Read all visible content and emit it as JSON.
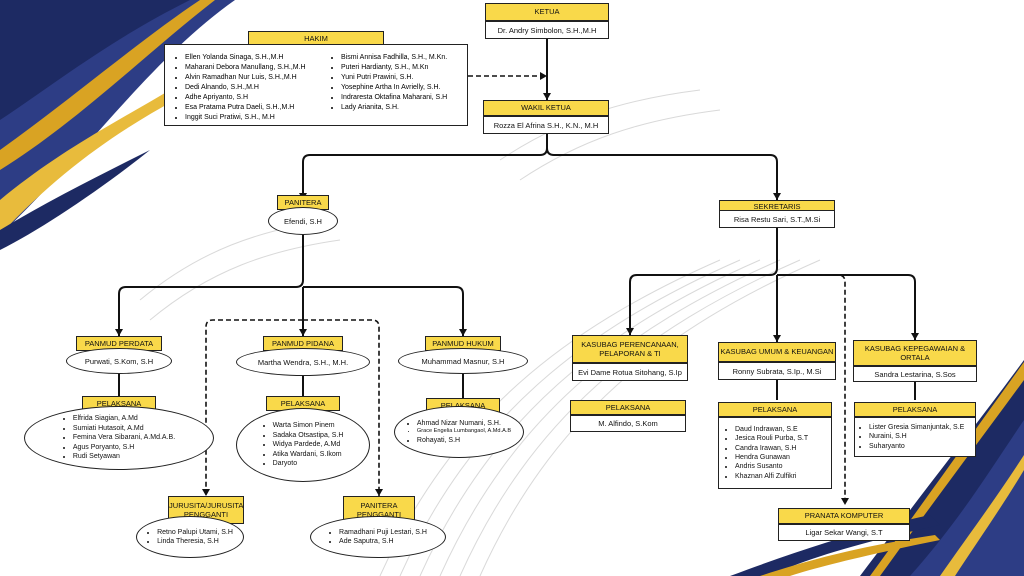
{
  "colors": {
    "header_fill": "#f9d94a",
    "line": "#111111",
    "navy": "#1d2a63",
    "gold": "#d9a323"
  },
  "ketua": {
    "title": "KETUA",
    "name": "Dr. Andry Simbolon, S.H.,M.H"
  },
  "hakim": {
    "title": "HAKIM",
    "col1": [
      "Ellen Yolanda Sinaga, S.H.,M.H",
      "Maharani Debora Manullang, S.H.,M.H",
      "Alvin Ramadhan Nur Luis, S.H.,M.H",
      "Dedi Alnando, S.H.,M.H",
      "Adhe Apriyanto, S.H",
      "Esa Pratama Putra Daeli, S.H.,M.H",
      "Inggit Suci Pratiwi, S.H., M.H"
    ],
    "col2": [
      "Bismi Annisa Fadhilla, S.H., M.Kn.",
      "Puteri Hardianty, S.H., M.Kn",
      "Yuni Putri Prawini, S.H.",
      "Yosephine Artha In Avrielly, S.H.",
      "Indraresta Oktafina Maharani, S.H",
      "Lady Arianita, S.H."
    ]
  },
  "wakil": {
    "title": "WAKIL KETUA",
    "name": "Rozza El Afrina S.H., K.N., M.H"
  },
  "panitera": {
    "title": "PANITERA",
    "name": "Efendi, S.H"
  },
  "sekretaris": {
    "title": "SEKRETARIS",
    "name": "Risa Restu Sari, S.T.,M.Si"
  },
  "panmud_perdata": {
    "title": "PANMUD PERDATA",
    "name": "Purwati, S.Kom, S.H"
  },
  "panmud_pidana": {
    "title": "PANMUD PIDANA",
    "name": "Martha Wendra, S.H., M.H."
  },
  "panmud_hukum": {
    "title": "PANMUD HUKUM",
    "name": "Muhammad Masnur, S.H"
  },
  "pelaksana_perdata": {
    "title": "PELAKSANA",
    "members": [
      "Elfrida Siagian, A.Md",
      "Sumiati Hutasoit, A.Md",
      "Femina Vera Sibarani, A.Md.A.B.",
      "Agus Poryanto, S.H",
      "Rudi Setyawan"
    ]
  },
  "pelaksana_pidana": {
    "title": "PELAKSANA",
    "members": [
      "Warta Simon Pinem",
      "Sadaka Otsastipa, S.H",
      "Widya Pardede, A.Md",
      "Atika Wardani, S.Ikom",
      "Daryoto"
    ]
  },
  "pelaksana_hukum": {
    "title": "PELAKSANA",
    "members": [
      "Ahmad Nizar Numani, S.H.",
      "Grace Engelia Lumbangaol, A.Md.A.B",
      "Rohayati, S.H"
    ]
  },
  "jurusita": {
    "title": "JURUSITA/JURUSITA PENGGANTI",
    "members": [
      "Retno Palupi Utami, S.H",
      "Linda Theresia, S.H"
    ]
  },
  "panitera_pengganti": {
    "title": "PANITERA PENGGANTI",
    "members": [
      "Ramadhani Puji Lestari, S.H",
      "Ade Saputra, S.H"
    ]
  },
  "kasubag_perencanaan": {
    "title": "KASUBAG PERENCANAAN, PELAPORAN & TI",
    "name": "Evi Dame Rotua Sitohang, S.Ip"
  },
  "kasubag_umum": {
    "title": "KASUBAG UMUM & KEUANGAN",
    "name": "Ronny Subrata, S.Ip., M.Si"
  },
  "kasubag_kepegawaian": {
    "title": "KASUBAG KEPEGAWAIAN & ORTALA",
    "name": "Sandra Lestarina, S.Sos"
  },
  "pelaksana_perencanaan": {
    "title": "PELAKSANA",
    "name": "M. Alfindo, S.Kom"
  },
  "pelaksana_umum": {
    "title": "PELAKSANA",
    "members": [
      "Daud Indrawan, S.E",
      "Jesica Rouli Purba, S.T",
      "Candra Irawan, S.H",
      "Hendra Gunawan",
      "Andris Susanto",
      "Khaznan Alfi Zulfikri"
    ]
  },
  "pelaksana_kepegawaian": {
    "title": "PELAKSANA",
    "members": [
      "Lister Gresia Simanjuntak, S.E",
      "Nuraini, S.H",
      "Suharyanto"
    ]
  },
  "pranata": {
    "title": "PRANATA KOMPUTER",
    "name": "Ligar Sekar Wangi, S.T"
  }
}
